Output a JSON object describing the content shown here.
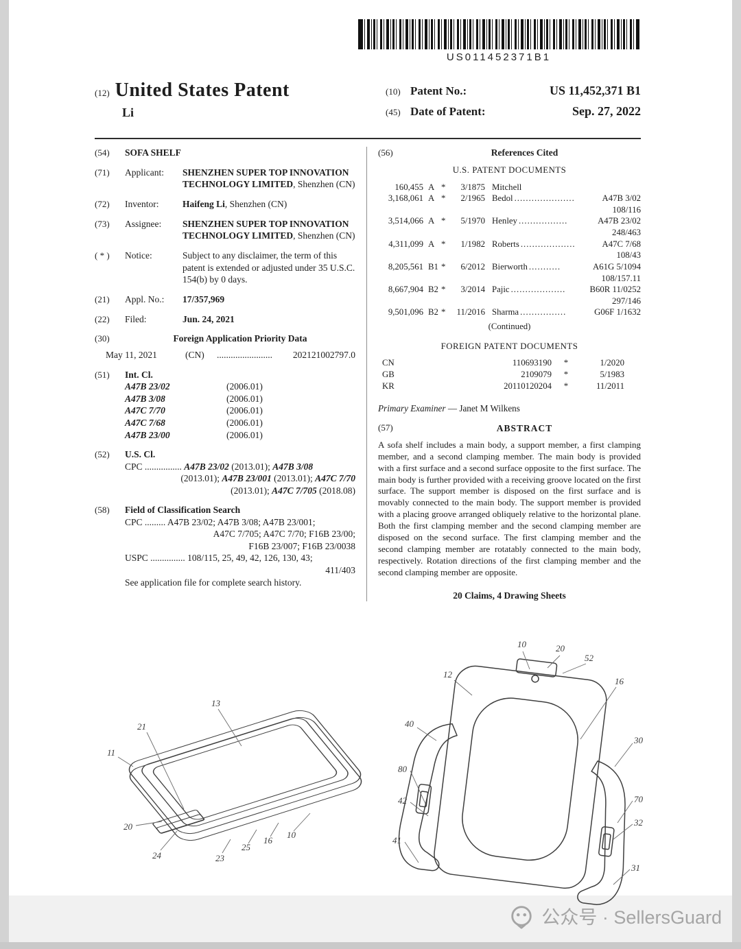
{
  "page": {
    "barcode_text": "US011452371B1",
    "watermark_text": "公众号 · SellersGuard"
  },
  "header": {
    "doc_kind_tag": "(12)",
    "doc_title": "United States Patent",
    "inventor_surname": "Li",
    "patent_no_tag": "(10)",
    "patent_no_label": "Patent No.:",
    "patent_no_value": "US 11,452,371 B1",
    "date_tag": "(45)",
    "date_label": "Date of Patent:",
    "date_value": "Sep. 27, 2022"
  },
  "left": {
    "title_tag": "(54)",
    "title": "SOFA SHELF",
    "applicant_tag": "(71)",
    "applicant_label": "Applicant:",
    "applicant_bold": "SHENZHEN SUPER TOP INNOVATION TECHNOLOGY LIMITED",
    "applicant_rest": ", Shenzhen (CN)",
    "inventor_tag": "(72)",
    "inventor_label": "Inventor:",
    "inventor_bold": "Haifeng Li",
    "inventor_rest": ", Shenzhen (CN)",
    "assignee_tag": "(73)",
    "assignee_label": "Assignee:",
    "assignee_bold": "SHENZHEN SUPER TOP INNOVATION TECHNOLOGY LIMITED",
    "assignee_rest": ", Shenzhen (CN)",
    "notice_tag": "( * )",
    "notice_label": "Notice:",
    "notice_text": "Subject to any disclaimer, the term of this patent is extended or adjusted under 35 U.S.C. 154(b) by 0 days.",
    "appl_tag": "(21)",
    "appl_label": "Appl. No.:",
    "appl_value": "17/357,969",
    "filed_tag": "(22)",
    "filed_label": "Filed:",
    "filed_value": "Jun. 24, 2021",
    "priority_tag": "(30)",
    "priority_heading": "Foreign Application Priority Data",
    "priority_date": "May 11, 2021",
    "priority_country": "(CN)",
    "priority_dots": "........................",
    "priority_number": "202121002797.0",
    "intcl_tag": "(51)",
    "intcl_heading": "Int. Cl.",
    "intcl_rows": [
      {
        "code": "A47B 23/02",
        "ver": "(2006.01)"
      },
      {
        "code": "A47B 3/08",
        "ver": "(2006.01)"
      },
      {
        "code": "A47C 7/70",
        "ver": "(2006.01)"
      },
      {
        "code": "A47C 7/68",
        "ver": "(2006.01)"
      },
      {
        "code": "A47B 23/00",
        "ver": "(2006.01)"
      }
    ],
    "uscl_tag": "(52)",
    "uscl_heading": "U.S. Cl.",
    "cpc": {
      "l1a": "CPC ................ ",
      "l1b": "A47B 23/02",
      "l1c": " (2013.01); ",
      "l1d": "A47B 3/08",
      "l2a": "(2013.01); ",
      "l2b": "A47B 23/001",
      "l2c": " (2013.01); ",
      "l2d": "A47C 7/70",
      "l3a": "(2013.01); ",
      "l3b": "A47C 7/705",
      "l3c": " (2018.08)"
    },
    "fos_tag": "(58)",
    "fos_heading": "Field of Classification Search",
    "fos_cpc_l1": "CPC ......... A47B 23/02; A47B 3/08; A47B 23/001;",
    "fos_cpc_l2": "A47C 7/705; A47C 7/70; F16B 23/00;",
    "fos_cpc_l3": "F16B 23/007; F16B 23/0038",
    "fos_uspc_l1": "USPC ............... 108/115, 25, 49, 42, 126, 130, 43;",
    "fos_uspc_l2": "411/403",
    "fos_note": "See application file for complete search history."
  },
  "right": {
    "refs_tag": "(56)",
    "refs_heading": "References Cited",
    "us_docs_heading": "U.S. PATENT DOCUMENTS",
    "us_docs": [
      {
        "num": "160,455",
        "kind": "A",
        "star": "*",
        "date": "3/1875",
        "name": "Mitchell",
        "dots": "",
        "cls": "",
        "cls2": ""
      },
      {
        "num": "3,168,061",
        "kind": "A",
        "star": "*",
        "date": "2/1965",
        "name": "Bedol",
        "dots": ".....................",
        "cls": "A47B 3/02",
        "cls2": "108/116"
      },
      {
        "num": "3,514,066",
        "kind": "A",
        "star": "*",
        "date": "5/1970",
        "name": "Henley",
        "dots": ".................",
        "cls": "A47B 23/02",
        "cls2": "248/463"
      },
      {
        "num": "4,311,099",
        "kind": "A",
        "star": "*",
        "date": "1/1982",
        "name": "Roberts",
        "dots": "...................",
        "cls": "A47C 7/68",
        "cls2": "108/43"
      },
      {
        "num": "8,205,561",
        "kind": "B1",
        "star": "*",
        "date": "6/2012",
        "name": "Bierworth",
        "dots": "...........",
        "cls": "A61G 5/1094",
        "cls2": "108/157.11"
      },
      {
        "num": "8,667,904",
        "kind": "B2",
        "star": "*",
        "date": "3/2014",
        "name": "Pajic",
        "dots": "...................",
        "cls": "B60R 11/0252",
        "cls2": "297/146"
      },
      {
        "num": "9,501,096",
        "kind": "B2",
        "star": "*",
        "date": "11/2016",
        "name": "Sharma",
        "dots": "................",
        "cls": "G06F 1/1632",
        "cls2": ""
      }
    ],
    "continued": "(Continued)",
    "foreign_heading": "FOREIGN PATENT DOCUMENTS",
    "foreign_docs": [
      {
        "country": "CN",
        "number": "110693190",
        "star": "*",
        "date": "1/2020"
      },
      {
        "country": "GB",
        "number": "2109079",
        "star": "*",
        "date": "5/1983"
      },
      {
        "country": "KR",
        "number": "20110120204",
        "star": "*",
        "date": "11/2011"
      }
    ],
    "examiner_label": "Primary Examiner",
    "examiner_rest": " — Janet M Wilkens",
    "abstract_tag": "(57)",
    "abstract_heading": "ABSTRACT",
    "abstract_text": "A sofa shelf includes a main body, a support member, a first clamping member, and a second clamping member. The main body is provided with a first surface and a second surface opposite to the first surface. The main body is further provided with a receiving groove located on the first surface. The support member is disposed on the first surface and is movably connected to the main body. The support member is provided with a placing groove arranged obliquely relative to the horizontal plane. Both the first clamping member and the second clamping member are disposed on the second surface. The first clamping member and the second clamping member are rotatably connected to the main body, respectively. Rotation directions of the first clamping member and the second clamping member are opposite.",
    "claims_line": "20 Claims, 4 Drawing Sheets"
  },
  "figures": {
    "fig1_labels": {
      "l11": "11",
      "l21": "21",
      "l13": "13",
      "l20": "20",
      "l24": "24",
      "l23": "23",
      "l25": "25",
      "l16": "16",
      "l10": "10"
    },
    "fig2_labels": {
      "l10": "10",
      "l20": "20",
      "l52": "52",
      "l12": "12",
      "l16": "16",
      "l40": "40",
      "l80": "80",
      "l42": "42",
      "l41": "41",
      "l30": "30",
      "l70": "70",
      "l32": "32",
      "l31": "31"
    }
  }
}
